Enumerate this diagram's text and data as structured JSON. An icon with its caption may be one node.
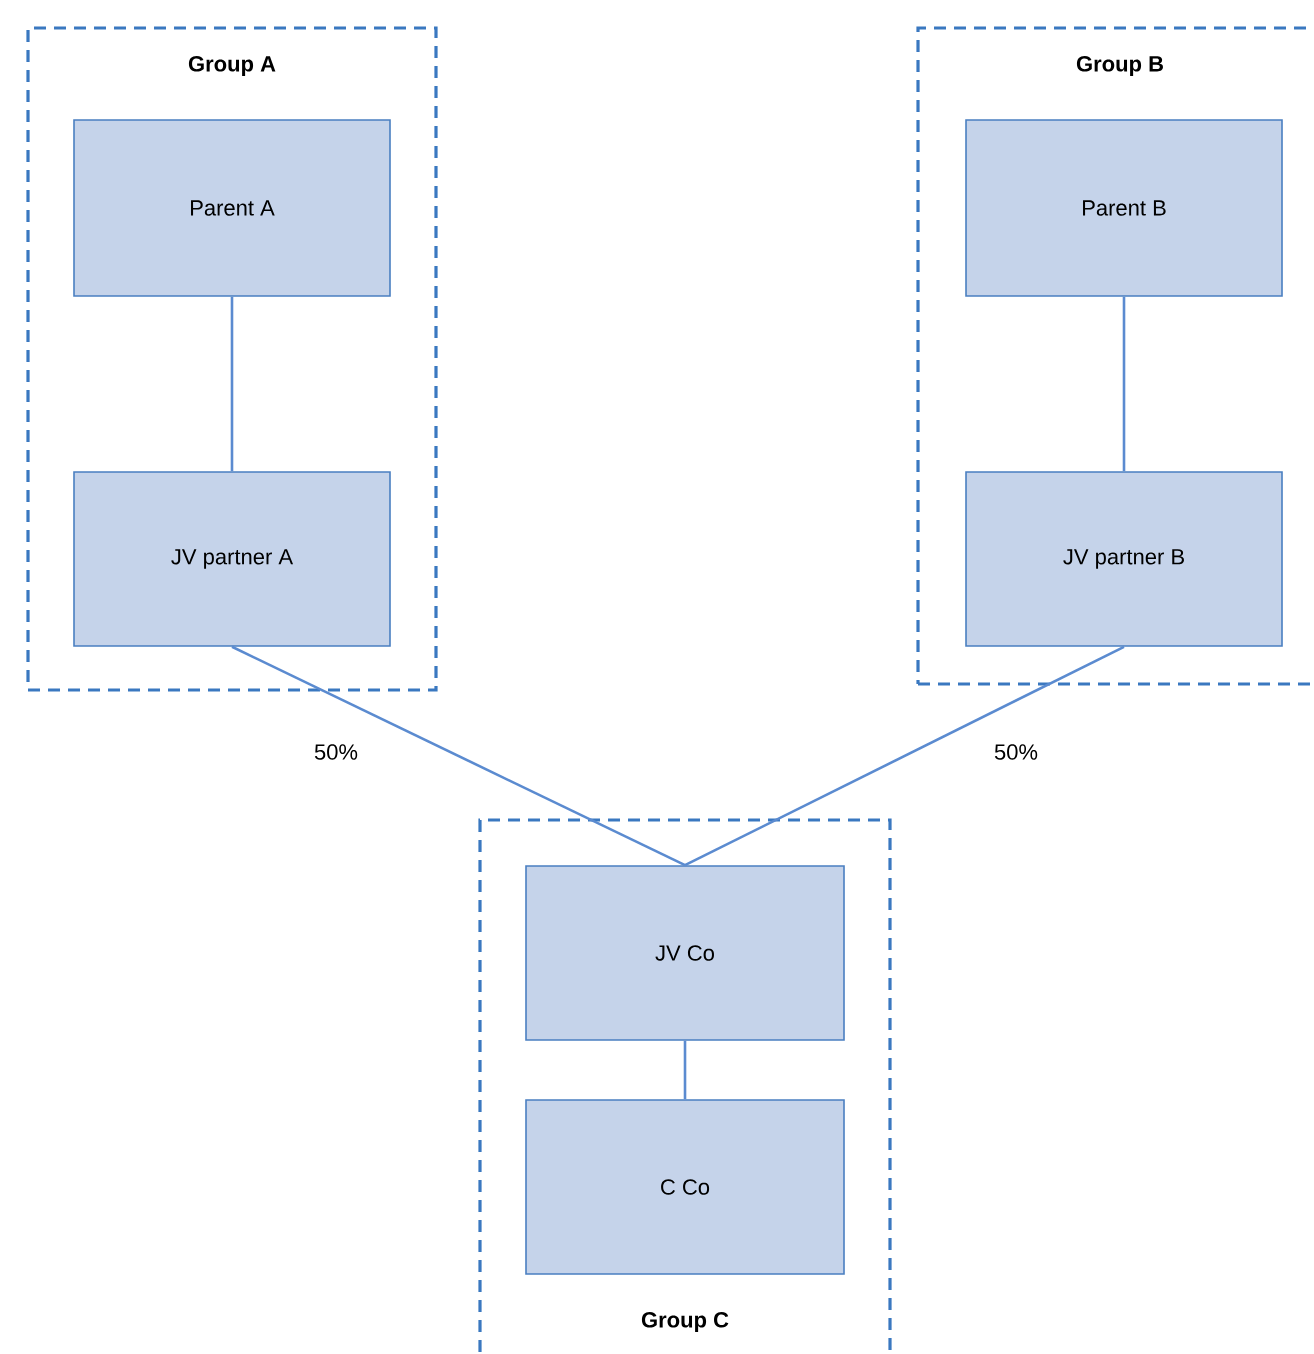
{
  "diagram": {
    "nodes": [
      {
        "text": [
          "Group A"
        ]
      },
      {
        "text": [
          "Parent A"
        ],
        "in": 0
      },
      {
        "text": [
          "JV partner A"
        ],
        "in": 0
      },
      {
        "text": [
          "Group B"
        ]
      },
      {
        "text": [
          "Parent B"
        ],
        "in": 3
      },
      {
        "text": [
          "JV partner B"
        ],
        "in": 3
      },
      {
        "text": [
          "Group C"
        ]
      },
      {
        "text": [
          "JV Co"
        ],
        "in": 6
      },
      {
        "text": [
          "C Co"
        ],
        "in": 6
      }
    ],
    "edges": [
      {
        "from": 1,
        "to": 2,
        "arrow": "none"
      },
      {
        "from": 4,
        "to": 5,
        "arrow": "none"
      },
      {
        "from": 2,
        "to": 7,
        "arrow": "none",
        "label": "50%"
      },
      {
        "from": 5,
        "to": 7,
        "arrow": "none",
        "label": "50%"
      },
      {
        "from": 7,
        "to": 8,
        "arrow": "none"
      }
    ]
  }
}
